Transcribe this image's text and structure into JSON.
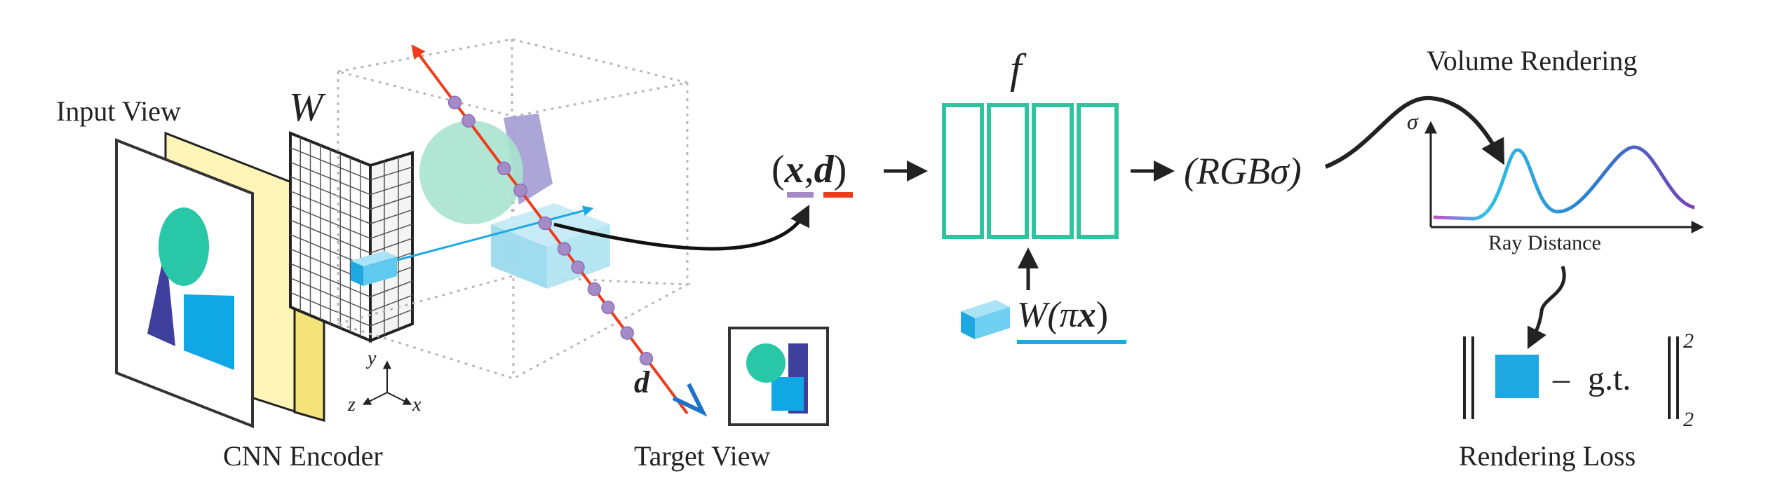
{
  "labels": {
    "input_view": "Input View",
    "cnn_encoder": "CNN Encoder",
    "target_view": "Target View",
    "volume_rendering": "Volume Rendering",
    "ray_distance": "Ray Distance",
    "rendering_loss": "Rendering Loss"
  },
  "math": {
    "W": "W",
    "f": "f",
    "d": "d",
    "axis_x": "x",
    "axis_y": "y",
    "axis_z": "z",
    "sigma": "σ",
    "input_tuple_open": "(",
    "input_tuple_x": "x",
    "input_tuple_comma": ",",
    "input_tuple_d": "d",
    "input_tuple_close": ")",
    "output": "(RGBσ)",
    "feature_W": "W(",
    "feature_pi": "π",
    "feature_x": "x",
    "feature_close": ")",
    "loss_minus": "–",
    "loss_gt": "g.t.",
    "loss_sup": "2",
    "loss_sub": "2"
  },
  "colors": {
    "mlp_teal": "#2ec4a0",
    "ray_red": "#ee3d1c",
    "sample_purple": "#a48bc8",
    "feature_blue": "#1ea7e1",
    "yellow_map": "#fdf5b8",
    "navy": "#3f3f9e",
    "sphere_green": "#a8e3cf",
    "cube_blue": "#a9e2f0",
    "curve_start": "#c04fc8",
    "curve_mid": "#2fc2e8",
    "curve_end": "#7a3fb5"
  }
}
